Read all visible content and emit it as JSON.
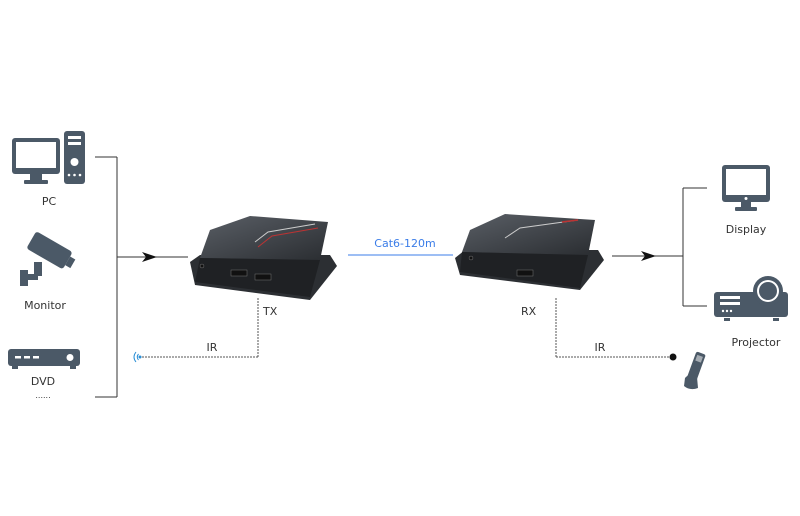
{
  "sources": [
    {
      "label": "PC",
      "icon": "pc-icon"
    },
    {
      "label": "Monitor",
      "icon": "cctv-camera-icon"
    },
    {
      "label": "DVD",
      "icon": "dvd-player-icon"
    }
  ],
  "sources_more": "......",
  "transmitter": {
    "label": "TX",
    "ir_label": "IR"
  },
  "cable": {
    "label": "Cat6-120m",
    "color": "#3b7de8"
  },
  "receiver": {
    "label": "RX",
    "ir_label": "IR"
  },
  "outputs": [
    {
      "label": "Display",
      "icon": "display-icon"
    },
    {
      "label": "Projector",
      "icon": "projector-icon"
    }
  ],
  "colors": {
    "icon": "#4b5967",
    "line": "#333333",
    "ir_signal": "#2b8fd6"
  }
}
